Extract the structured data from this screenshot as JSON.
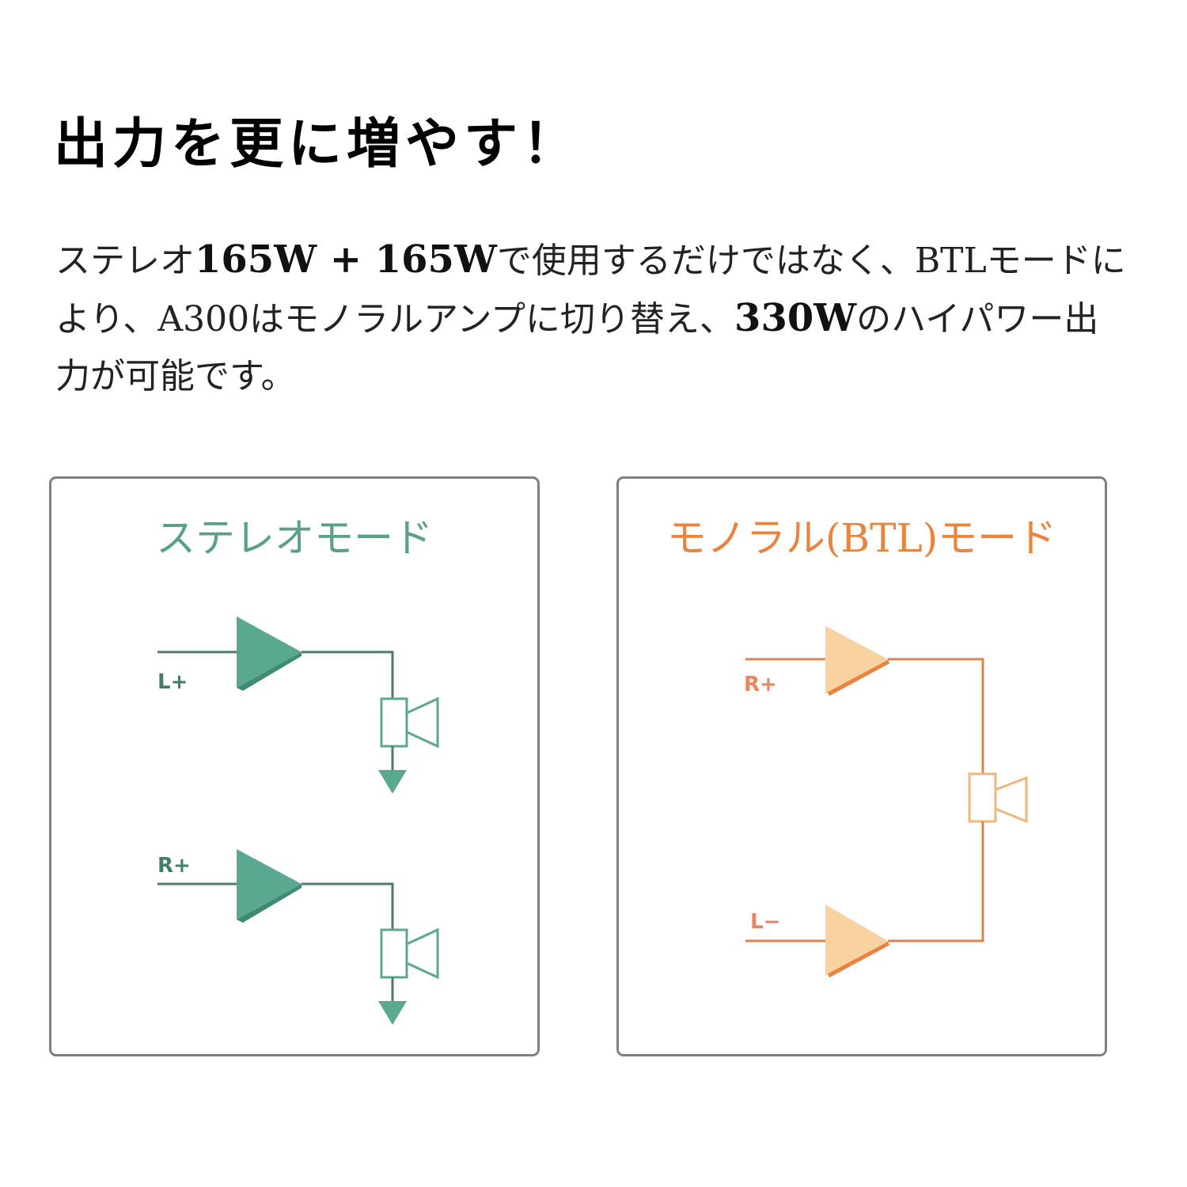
{
  "heading": "出力を更に増やす！",
  "description": {
    "part1": "ステレオ",
    "bold1": "165W + 165W",
    "part2": "で使用するだけではなく、BTLモードにより、A300はモノラルアンプに切り替え、",
    "bold2": "330W",
    "part3": "のハイパワー出力が可能です。"
  },
  "panels": [
    {
      "title": "ステレオモード",
      "color": "#5a9e8c",
      "line_color": "#4e7a72",
      "channels": [
        {
          "label": "L+"
        },
        {
          "label": "R+"
        }
      ]
    },
    {
      "title": "モノラル(BTL)モード",
      "color": "#e8843e",
      "fill_color": "#f8d2a0",
      "line_color": "#d9844a",
      "channels": [
        {
          "label": "R+"
        },
        {
          "label": "L−"
        }
      ]
    }
  ]
}
